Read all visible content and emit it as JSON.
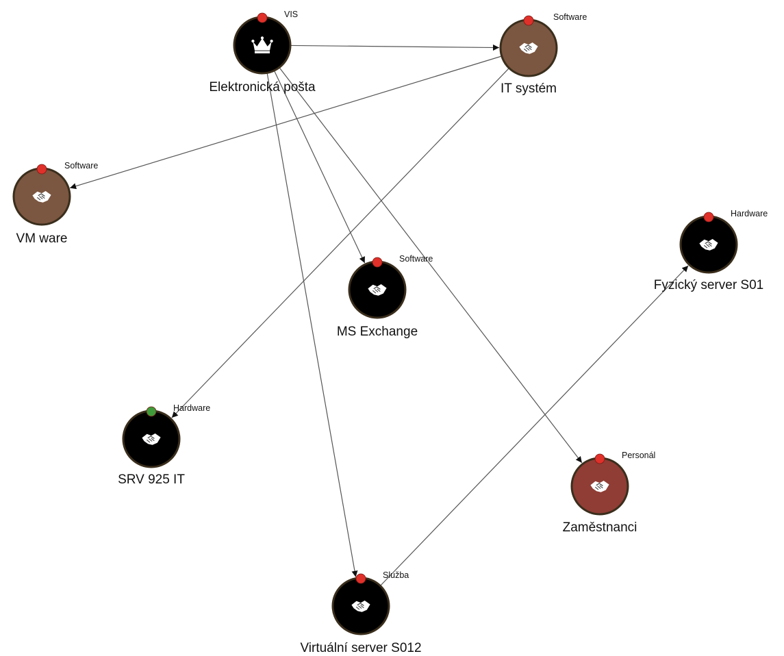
{
  "colors": {
    "black_node": "#000000",
    "brown_node": "#7b5640",
    "red_node": "#8f3d35",
    "ring": "#3a2e1c",
    "status_red": "#e0302a",
    "status_green": "#3f9a3a",
    "edge": "#555555"
  },
  "nodes": [
    {
      "id": "elektronicka-posta",
      "label": "Elektronická pošta",
      "type": "VIS",
      "icon": "crown-icon",
      "fill": "black",
      "status": "red"
    },
    {
      "id": "it-system",
      "label": "IT systém",
      "type": "Software",
      "icon": "handshake-icon",
      "fill": "brown",
      "status": "red"
    },
    {
      "id": "vm-ware",
      "label": "VM ware",
      "type": "Software",
      "icon": "handshake-icon",
      "fill": "brown",
      "status": "red"
    },
    {
      "id": "ms-exchange",
      "label": "MS Exchange",
      "type": "Software",
      "icon": "handshake-icon",
      "fill": "black",
      "status": "red"
    },
    {
      "id": "fyzicky-server",
      "label": "Fyzický server S01",
      "type": "Hardware",
      "icon": "handshake-icon",
      "fill": "black",
      "status": "red"
    },
    {
      "id": "srv-925",
      "label": "SRV 925 IT",
      "type": "Hardware",
      "icon": "handshake-icon",
      "fill": "black",
      "status": "green"
    },
    {
      "id": "zamestnanci",
      "label": "Zaměstnanci",
      "type": "Personál",
      "icon": "handshake-icon",
      "fill": "red",
      "status": "red"
    },
    {
      "id": "virtualni-server",
      "label": "Virtuální server S012",
      "type": "Služba",
      "icon": "handshake-icon",
      "fill": "black",
      "status": "red"
    }
  ],
  "edges": [
    {
      "from": "elektronicka-posta",
      "to": "it-system"
    },
    {
      "from": "elektronicka-posta",
      "to": "ms-exchange"
    },
    {
      "from": "elektronicka-posta",
      "to": "virtualni-server"
    },
    {
      "from": "elektronicka-posta",
      "to": "zamestnanci"
    },
    {
      "from": "it-system",
      "to": "vm-ware"
    },
    {
      "from": "it-system",
      "to": "srv-925"
    },
    {
      "from": "virtualni-server",
      "to": "fyzicky-server"
    }
  ]
}
